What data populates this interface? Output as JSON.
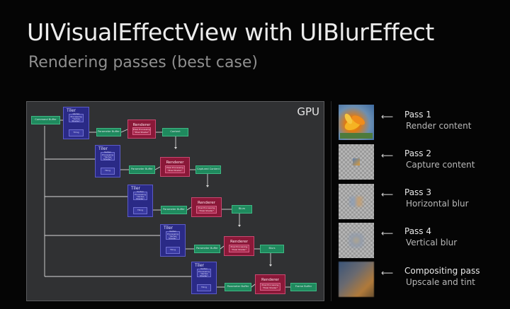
{
  "title": "UIVisualEffectView with UIBlurEffect",
  "subtitle": "Rendering passes (best case)",
  "gpu": {
    "label": "GPU",
    "command_buffer": "Command Buffer",
    "stages": [
      {
        "tiler": "Tiler",
        "tiler_sub": "Vertex Processing \"Vertex Shader\"",
        "tiling": "Tiling",
        "param": "Parameter Buffer",
        "renderer": "Renderer",
        "renderer_sub": "Pixel Processing \"Pixel Shader\"",
        "output": "Content"
      },
      {
        "tiler": "Tiler",
        "tiler_sub": "Vertex Processing \"Vertex Shader\"",
        "tiling": "Tiling",
        "param": "Parameter Buffer",
        "renderer": "Renderer",
        "renderer_sub": "Pixel Processing \"Pixel Shader\"",
        "output": "Captured Content"
      },
      {
        "tiler": "Tiler",
        "tiler_sub": "Vertex Processing \"Vertex Shader\"",
        "tiling": "Tiling",
        "param": "Parameter Buffer",
        "renderer": "Renderer",
        "renderer_sub": "Pixel Processing \"Pixel Shader\"",
        "output": "Blurs"
      },
      {
        "tiler": "Tiler",
        "tiler_sub": "Vertex Processing \"Vertex Shader\"",
        "tiling": "Tiling",
        "param": "Parameter Buffer",
        "renderer": "Renderer",
        "renderer_sub": "Pixel Processing \"Pixel Shader\"",
        "output": "Blurs"
      },
      {
        "tiler": "Tiler",
        "tiler_sub": "Vertex Processing \"Vertex Shader\"",
        "tiling": "Tiling",
        "param": "Parameter Buffer",
        "renderer": "Renderer",
        "renderer_sub": "Pixel Processing \"Pixel Shader\"",
        "output": "Frame Buffer"
      }
    ]
  },
  "passes": [
    {
      "name": "Pass 1",
      "desc": "Render content",
      "thumb": "flower-photo"
    },
    {
      "name": "Pass 2",
      "desc": "Capture content",
      "thumb": "small-captured-square"
    },
    {
      "name": "Pass 3",
      "desc": "Horizontal blur",
      "thumb": "horizontally-blurred-square"
    },
    {
      "name": "Pass 4",
      "desc": "Vertical blur",
      "thumb": "vertically-blurred-square"
    },
    {
      "name": "Compositing pass",
      "desc": "Upscale and tint",
      "thumb": "tinted-blurred-photo"
    }
  ],
  "colors": {
    "buffer": "#1f8a5e",
    "tiler": "#2a2a86",
    "renderer": "#8a1838",
    "gpu_bg": "#303133"
  }
}
